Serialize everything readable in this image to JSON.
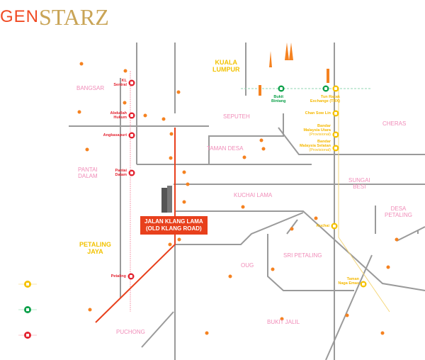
{
  "logo": {
    "prefix": "GEN",
    "name": "STARZ"
  },
  "project_label": {
    "line1": "JALAN KLANG LAMA",
    "line2": "(OLD KLANG ROAD)"
  },
  "areas": {
    "kuala_lumpur": [
      "KUALA",
      "LUMPUR"
    ],
    "petaling_jaya": [
      "PETALING",
      "JAYA"
    ],
    "bangsar": "BANGSAR",
    "seputeh": "SEPUTEH",
    "taman_desa": "TAMAN DESA",
    "cheras": "CHERAS",
    "pantai_dalam": [
      "PANTAI",
      "DALAM"
    ],
    "sungai_besi": [
      "SUNGAI",
      "BESI"
    ],
    "kuchai_lama": "KUCHAI LAMA",
    "desa_petaling": [
      "DESA",
      "PETALING"
    ],
    "sri_petaling": "SRI PETALING",
    "oug": "OUG",
    "puchong": "PUCHONG",
    "bukit_jalil": "BUKIT JALIL"
  },
  "stations": {
    "red": [
      {
        "name": [
          "KL",
          "Sentral"
        ]
      },
      {
        "name": [
          "Abdullah",
          "Hukum"
        ]
      },
      {
        "name": [
          "Angkasapuri"
        ]
      },
      {
        "name": [
          "Pantai",
          "Dalam"
        ]
      },
      {
        "name": [
          "Petaling"
        ]
      }
    ],
    "green": [
      {
        "name": [
          "Bukit",
          "Bintang"
        ]
      }
    ],
    "yellow": [
      {
        "name": [
          "Tun Razak",
          "Exchange (TRX)"
        ]
      },
      {
        "name": [
          "Chan Sow Lin"
        ]
      },
      {
        "name": [
          "Bandar",
          "Malaysia Utara"
        ],
        "note": "(Provisional)"
      },
      {
        "name": [
          "Bandar",
          "Malaysia Selatan"
        ],
        "note": "(Provisional)"
      },
      {
        "name": [
          "Kuchai"
        ]
      },
      {
        "name": [
          "Taman",
          "Naga Emas"
        ]
      }
    ]
  },
  "legend": [
    {
      "icon": "train-icon",
      "color": "#f5c200"
    },
    {
      "icon": "train-icon",
      "color": "#0ea14b"
    },
    {
      "icon": "train-icon",
      "color": "#e32431"
    }
  ],
  "colors": {
    "road": "#9a9a9a",
    "poi": "#f58220",
    "red_line": "#e8401c",
    "pink_line": "#f4a0b0",
    "yellow_line": "#f5d77a",
    "teal_line": "#8fd6b0"
  }
}
